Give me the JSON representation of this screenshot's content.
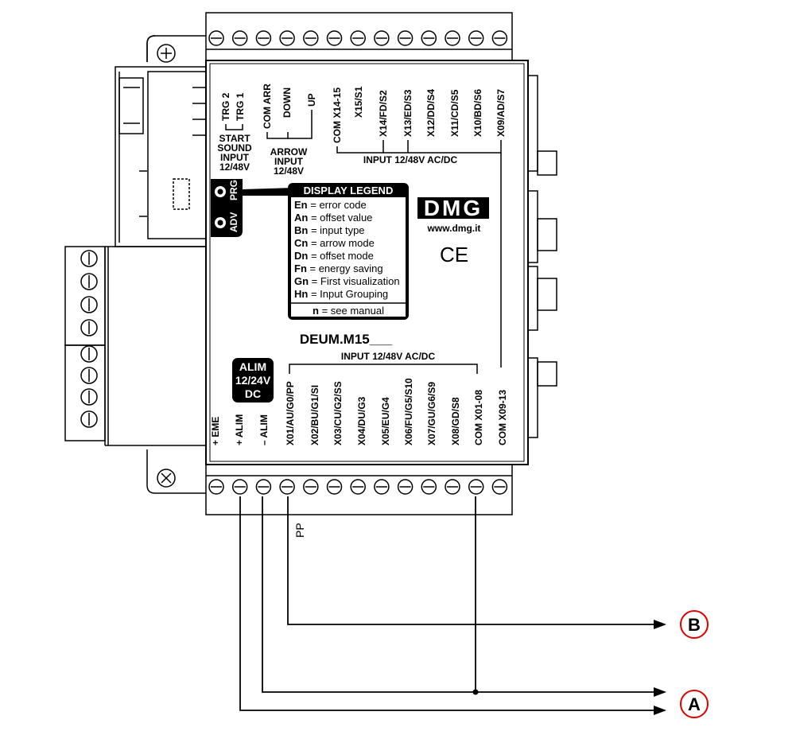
{
  "device": {
    "brand": "DMG",
    "website": "www.dmg.it",
    "ce_mark": "CE",
    "model": "DEUM.M15___"
  },
  "buttons": {
    "prg": "PRG",
    "adv": "ADV"
  },
  "top_inputs": {
    "start_sound": {
      "terminals": [
        "TRG 2",
        "TRG 1"
      ],
      "label": [
        "START",
        "SOUND",
        "INPUT",
        "12/48V"
      ]
    },
    "arrow": {
      "terminals": [
        "COM ARR",
        "DOWN",
        "UP"
      ],
      "label": [
        "ARROW",
        "INPUT",
        "12/48V"
      ]
    },
    "group": {
      "terminals": [
        "COM X14-15",
        "X15/S1",
        "X14/FD/S2",
        "X13/ED/S3",
        "X12/DD/S4",
        "X11/CD/S5",
        "X10/BD/S6",
        "X09/AD/S7"
      ],
      "label": "INPUT 12/48V AC/DC"
    }
  },
  "legend": {
    "title": "DISPLAY LEGEND",
    "entries": [
      {
        "code": "En",
        "text": " = error code"
      },
      {
        "code": "An",
        "text": " = offset value"
      },
      {
        "code": "Bn",
        "text": " = input type"
      },
      {
        "code": "Cn",
        "text": " = arrow mode"
      },
      {
        "code": "Dn",
        "text": " = offset mode"
      },
      {
        "code": "Fn",
        "text": " = energy saving"
      },
      {
        "code": "Gn",
        "text": " = First visualization"
      },
      {
        "code": "Hn",
        "text": " = Input Grouping"
      }
    ],
    "footer_code": "n",
    "footer_text": " = see manual"
  },
  "power": {
    "label": [
      "ALIM",
      "12/24V",
      "DC"
    ],
    "terminals": [
      "+ EME",
      "+ ALIM",
      "– ALIM"
    ]
  },
  "bottom_inputs": {
    "label": "INPUT 12/48V AC/DC",
    "terminals": [
      "X01/AU/G0/PP",
      "X02/BU/G1/SI",
      "X03/CU/G2/SS",
      "X04/DU/G3",
      "X05/EU/G4",
      "X06/FU/G5/S10",
      "X07/GU/G6/S9",
      "X08/GD/S8",
      "COM X01-08",
      "COM X09-13"
    ]
  },
  "wiring": {
    "pp_label": "PP",
    "outputs": [
      "B",
      "A"
    ]
  }
}
